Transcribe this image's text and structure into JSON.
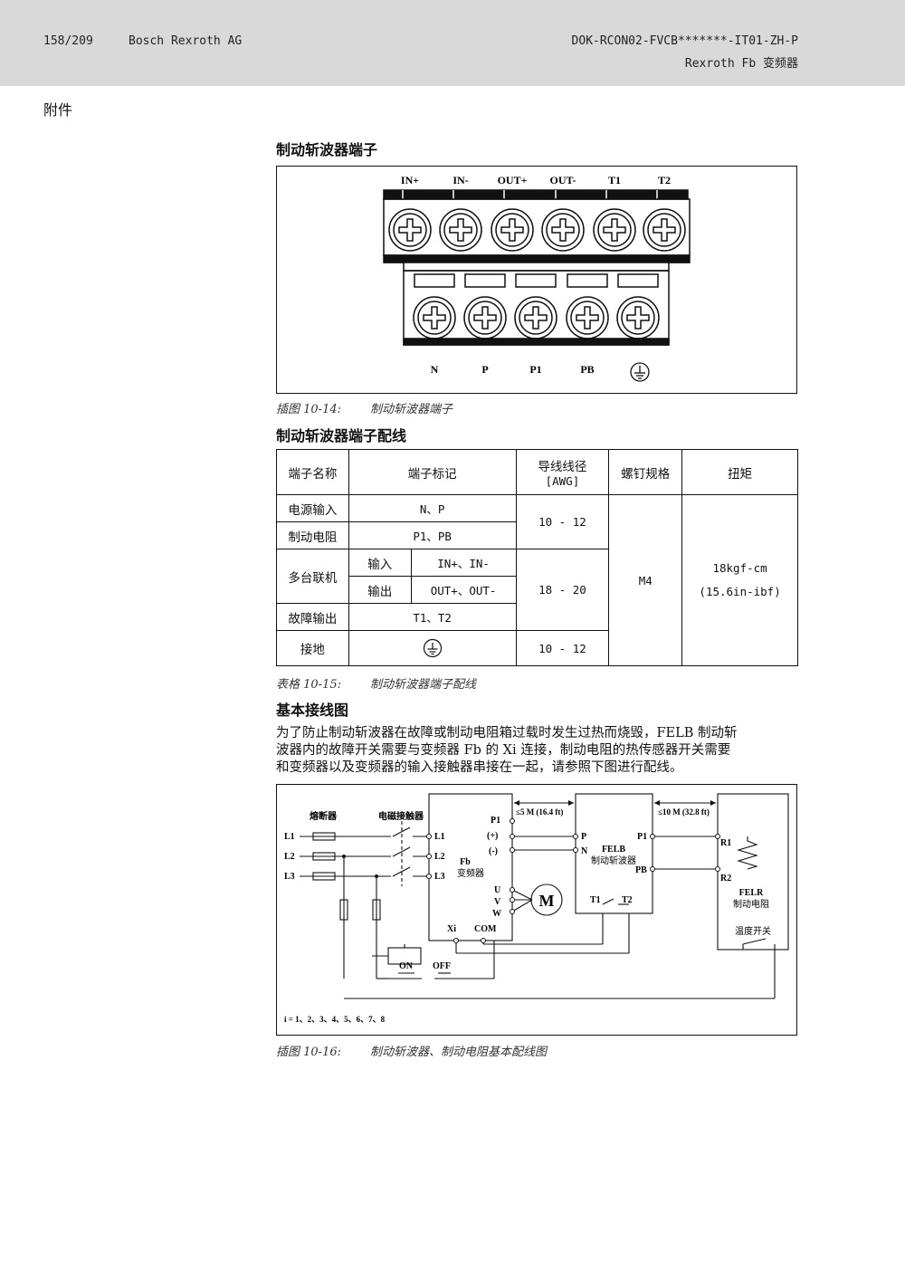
{
  "header": {
    "page": "158/209",
    "company": "Bosch Rexroth AG",
    "doc_id": "DOK-RCON02-FVCB*******-IT01-ZH-P",
    "product": "Rexroth Fb 变频器"
  },
  "section_label": "附件",
  "terminal_section": {
    "title": "制动斩波器端子",
    "top_labels": [
      "IN+",
      "IN-",
      "OUT+",
      "OUT-",
      "T1",
      "T2"
    ],
    "bottom_labels": [
      "N",
      "P",
      "P1",
      "PB"
    ],
    "ground_icon": "ground-icon",
    "caption_num": "插图 10-14:",
    "caption_text": "制动斩波器端子"
  },
  "wiring_table": {
    "title": "制动斩波器端子配线",
    "headers": {
      "name": "端子名称",
      "mark": "端子标记",
      "awg_line1": "导线线径",
      "awg_line2": "[AWG]",
      "screw": "螺钉规格",
      "torque": "扭矩"
    },
    "rows": {
      "power_name": "电源输入",
      "power_mark": "N、P",
      "resistor_name": "制动电阻",
      "resistor_mark": "P1、PB",
      "awg_1": "10 - 12",
      "multi_name": "多台联机",
      "in_label": "输入",
      "in_mark": "IN+、IN-",
      "out_label": "输出",
      "out_mark": "OUT+、OUT-",
      "awg_2": "18 - 20",
      "fault_name": "故障输出",
      "fault_mark": "T1、T2",
      "ground_name": "接地",
      "awg_3": "10 - 12",
      "screw": "M4",
      "torque_1": "18kgf-cm",
      "torque_2": "(15.6in-ibf)"
    },
    "caption_num": "表格 10-15:",
    "caption_text": "制动斩波器端子配线"
  },
  "basic_wiring": {
    "title": "基本接线图",
    "paragraph_lines": [
      "为了防止制动斩波器在故障或制动电阻箱过载时发生过热而烧毁，FELB 制动斩",
      "波器内的故障开关需要与变频器 Fb 的 Xi 连接，制动电阻的热传感器开关需要",
      "和变频器以及变频器的输入接触器串接在一起，请参照下图进行配线。"
    ],
    "diagram": {
      "fuse": "熔断器",
      "contactor": "电磁接触器",
      "lines": [
        "L1",
        "L2",
        "L3"
      ],
      "inv_name": "Fb",
      "inv_desc": "变频器",
      "inv_p1": "P1",
      "inv_plus": "(+)",
      "inv_minus": "(-)",
      "inv_out": [
        "U",
        "V",
        "W"
      ],
      "motor": "M",
      "xi": "Xi",
      "com": "COM",
      "dist1": "≤5 M (16.4 ft)",
      "dist2": "≤10 M (32.8 ft)",
      "felb_p": "P",
      "felb_n": "N",
      "felb_name": "FELB",
      "felb_desc": "制动斩波器",
      "felb_p1": "P1",
      "felb_pb": "PB",
      "felb_t1": "T1",
      "felb_t2": "T2",
      "felr_r1": "R1",
      "felr_r2": "R2",
      "felr_name": "FELR",
      "felr_desc": "制动电阻",
      "temp_switch": "温度开关",
      "on": "ON",
      "off": "OFF",
      "index_note": "i = 1、2、3、4、5、6、7、8"
    },
    "caption_num": "插图 10-16:",
    "caption_text": "制动斩波器、制动电阻基本配线图"
  }
}
